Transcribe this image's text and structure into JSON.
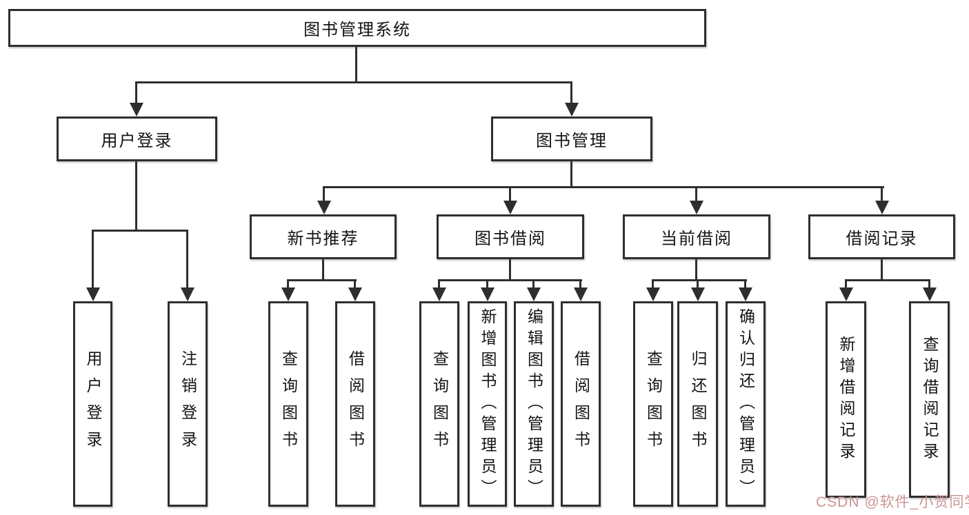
{
  "diagram_title": "图书管理系统",
  "tree": {
    "label": "图书管理系统",
    "children": [
      {
        "label": "用户登录",
        "children": [
          {
            "label": "用户登录"
          },
          {
            "label": "注销登录"
          }
        ]
      },
      {
        "label": "图书管理",
        "children": [
          {
            "label": "新书推荐",
            "children": [
              {
                "label": "查询图书"
              },
              {
                "label": "借阅图书"
              }
            ]
          },
          {
            "label": "图书借阅",
            "children": [
              {
                "label": "查询图书"
              },
              {
                "label": "新增图书（管理员）"
              },
              {
                "label": "编辑图书（管理员）"
              },
              {
                "label": "借阅图书"
              }
            ]
          },
          {
            "label": "当前借阅",
            "children": [
              {
                "label": "查询图书"
              },
              {
                "label": "归还图书"
              },
              {
                "label": "确认归还（管理员）"
              }
            ]
          },
          {
            "label": "借阅记录",
            "children": [
              {
                "label": "新增借阅记录"
              },
              {
                "label": "查询借阅记录"
              }
            ]
          }
        ]
      }
    ]
  },
  "watermark": {
    "text": "CSDN @软件_小贺同学",
    "color": "#cb9595"
  },
  "colors": {
    "line": "#2e2e2e",
    "box_background": "#ffffff",
    "text": "#141414"
  }
}
